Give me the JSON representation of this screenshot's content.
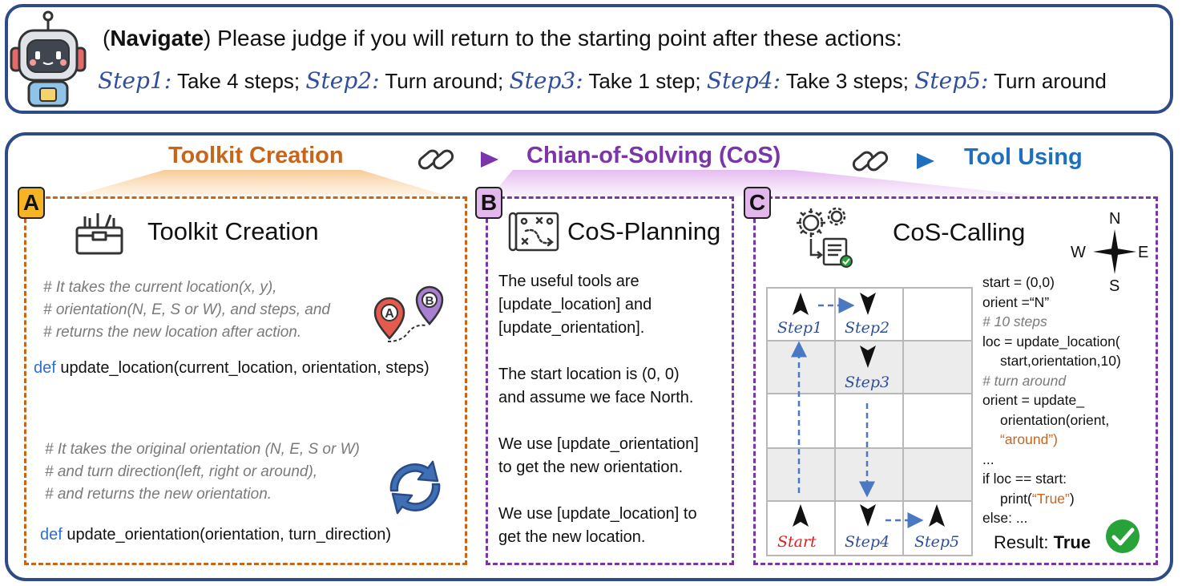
{
  "task": {
    "prefix": "(",
    "bold": "Navigate",
    "question": ") Please judge if you will return to the starting point after these actions:",
    "steps": [
      {
        "label": "Step1:",
        "text": " Take 4 steps;"
      },
      {
        "label": "Step2:",
        "text": " Turn around;"
      },
      {
        "label": "Step3:",
        "text": " Take 1 step;"
      },
      {
        "label": "Step4:",
        "text": " Take 3 steps;"
      },
      {
        "label": "Step5:",
        "text": " Turn around"
      }
    ]
  },
  "flow": {
    "stage1": "Toolkit Creation",
    "stage2": "Chian-of-Solving (CoS)",
    "stage3": "Tool Using"
  },
  "colors": {
    "orange": "#c8651b",
    "purple": "#7a35a8",
    "blue": "#1f6fbf",
    "navy": "#2e4a87",
    "stepBlue": "#2f4f9e",
    "arrowBlue": "#4a78c2",
    "green": "#27a33a",
    "red": "#e01e1e"
  },
  "panelA": {
    "badge": "A",
    "title": "Toolkit Creation",
    "comment1": [
      "# It takes the current location(x, y),",
      "# orientation(N, E, S or W), and steps, and",
      "# returns the new location after action."
    ],
    "def1_kw": "def",
    "def1": " update_location(current_location, orientation, steps)",
    "comment2": [
      "# It takes the original orientation (N, E, S or W)",
      "# and turn direction(left, right or around),",
      "# and returns the new orientation."
    ],
    "def2_kw": "def",
    "def2": " update_orientation(orientation, turn_direction)",
    "pin_a": "A",
    "pin_b": "B"
  },
  "panelB": {
    "badge": "B",
    "title": "CoS-Planning",
    "paragraphs": [
      [
        "The useful tools are",
        "[update_location] and",
        "[update_orientation]."
      ],
      [
        "The start location is (0, 0)",
        "and assume we face North."
      ],
      [
        "We use [update_orientation]",
        "to get the new orientation."
      ],
      [
        "We use [update_location] to",
        "get the new location."
      ]
    ]
  },
  "panelC": {
    "badge": "C",
    "title": "CoS-Calling",
    "compass": {
      "n": "N",
      "e": "E",
      "s": "S",
      "w": "W"
    },
    "grid_labels": {
      "step1": "Step1",
      "step2": "Step2",
      "step3": "Step3",
      "start": "Start",
      "step4": "Step4",
      "step5": "Step5"
    },
    "code": {
      "l1": "start = (0,0)",
      "l2": "orient =“N”",
      "l3": "# 10 steps",
      "l4": "loc = update_location(",
      "l5": "start,orientation,10)",
      "l6": "# turn around",
      "l7": "orient = update_",
      "l8": "orientation(orient,",
      "l9": "“around”)",
      "l10": "...",
      "l11": "if loc == start:",
      "l12a": "print(",
      "l12b": "“True”",
      "l12c": ")",
      "l13": "else: ..."
    },
    "result_label": "Result: ",
    "result_value": "True"
  }
}
